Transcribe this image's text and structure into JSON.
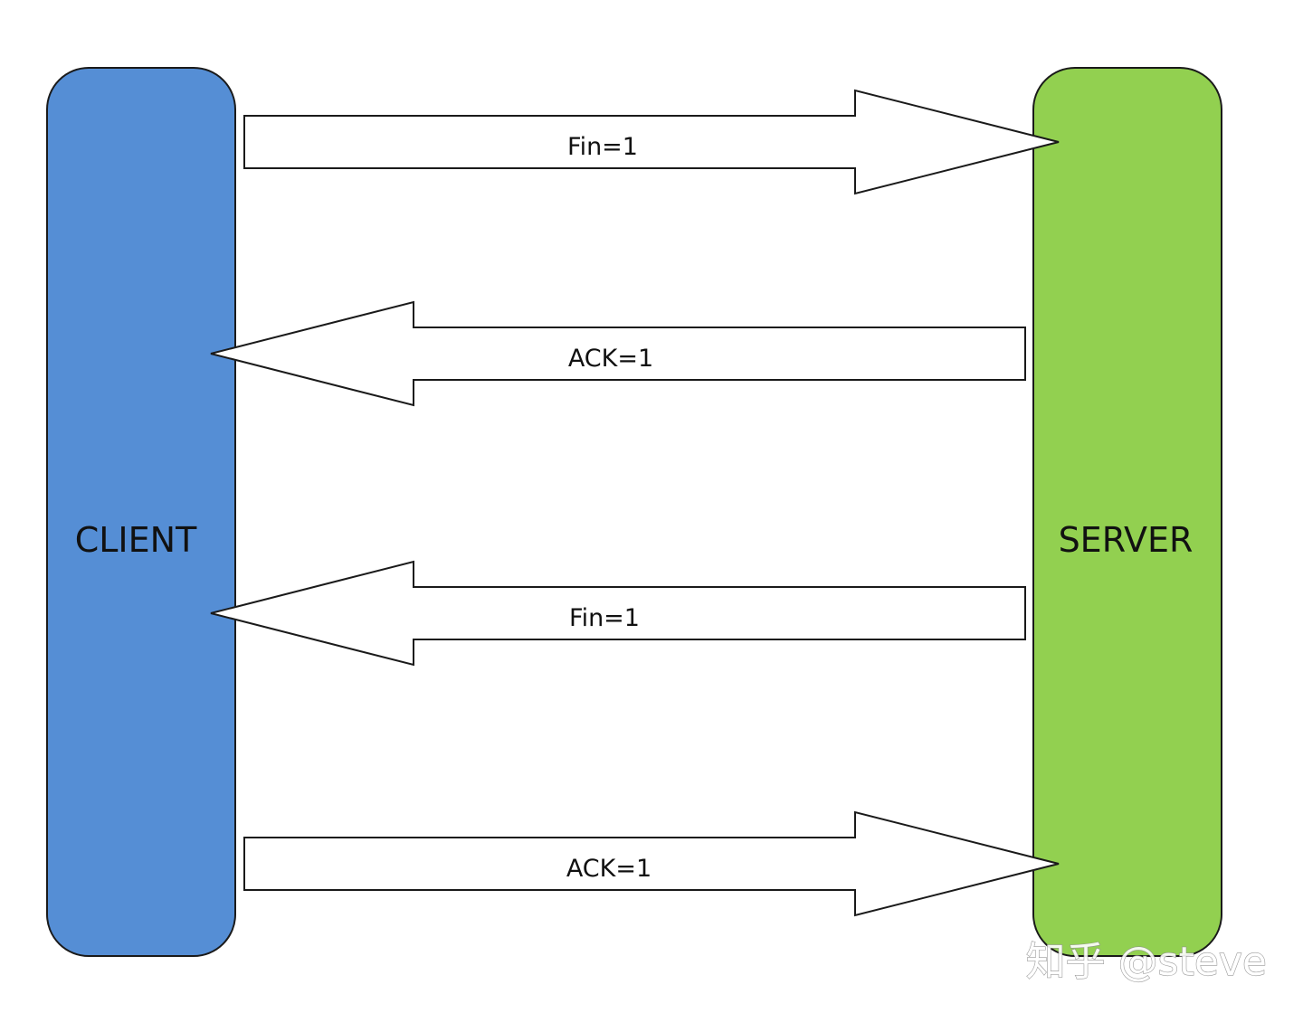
{
  "nodes": {
    "client": {
      "label": "CLIENT",
      "color": "#558ED5"
    },
    "server": {
      "label": "SERVER",
      "color": "#92D050"
    }
  },
  "messages": [
    {
      "label": "Fin=1",
      "direction": "client-to-server"
    },
    {
      "label": "ACK=1",
      "direction": "server-to-client"
    },
    {
      "label": "Fin=1",
      "direction": "server-to-client"
    },
    {
      "label": "ACK=1",
      "direction": "client-to-server"
    }
  ],
  "watermark": "知乎 @steve"
}
